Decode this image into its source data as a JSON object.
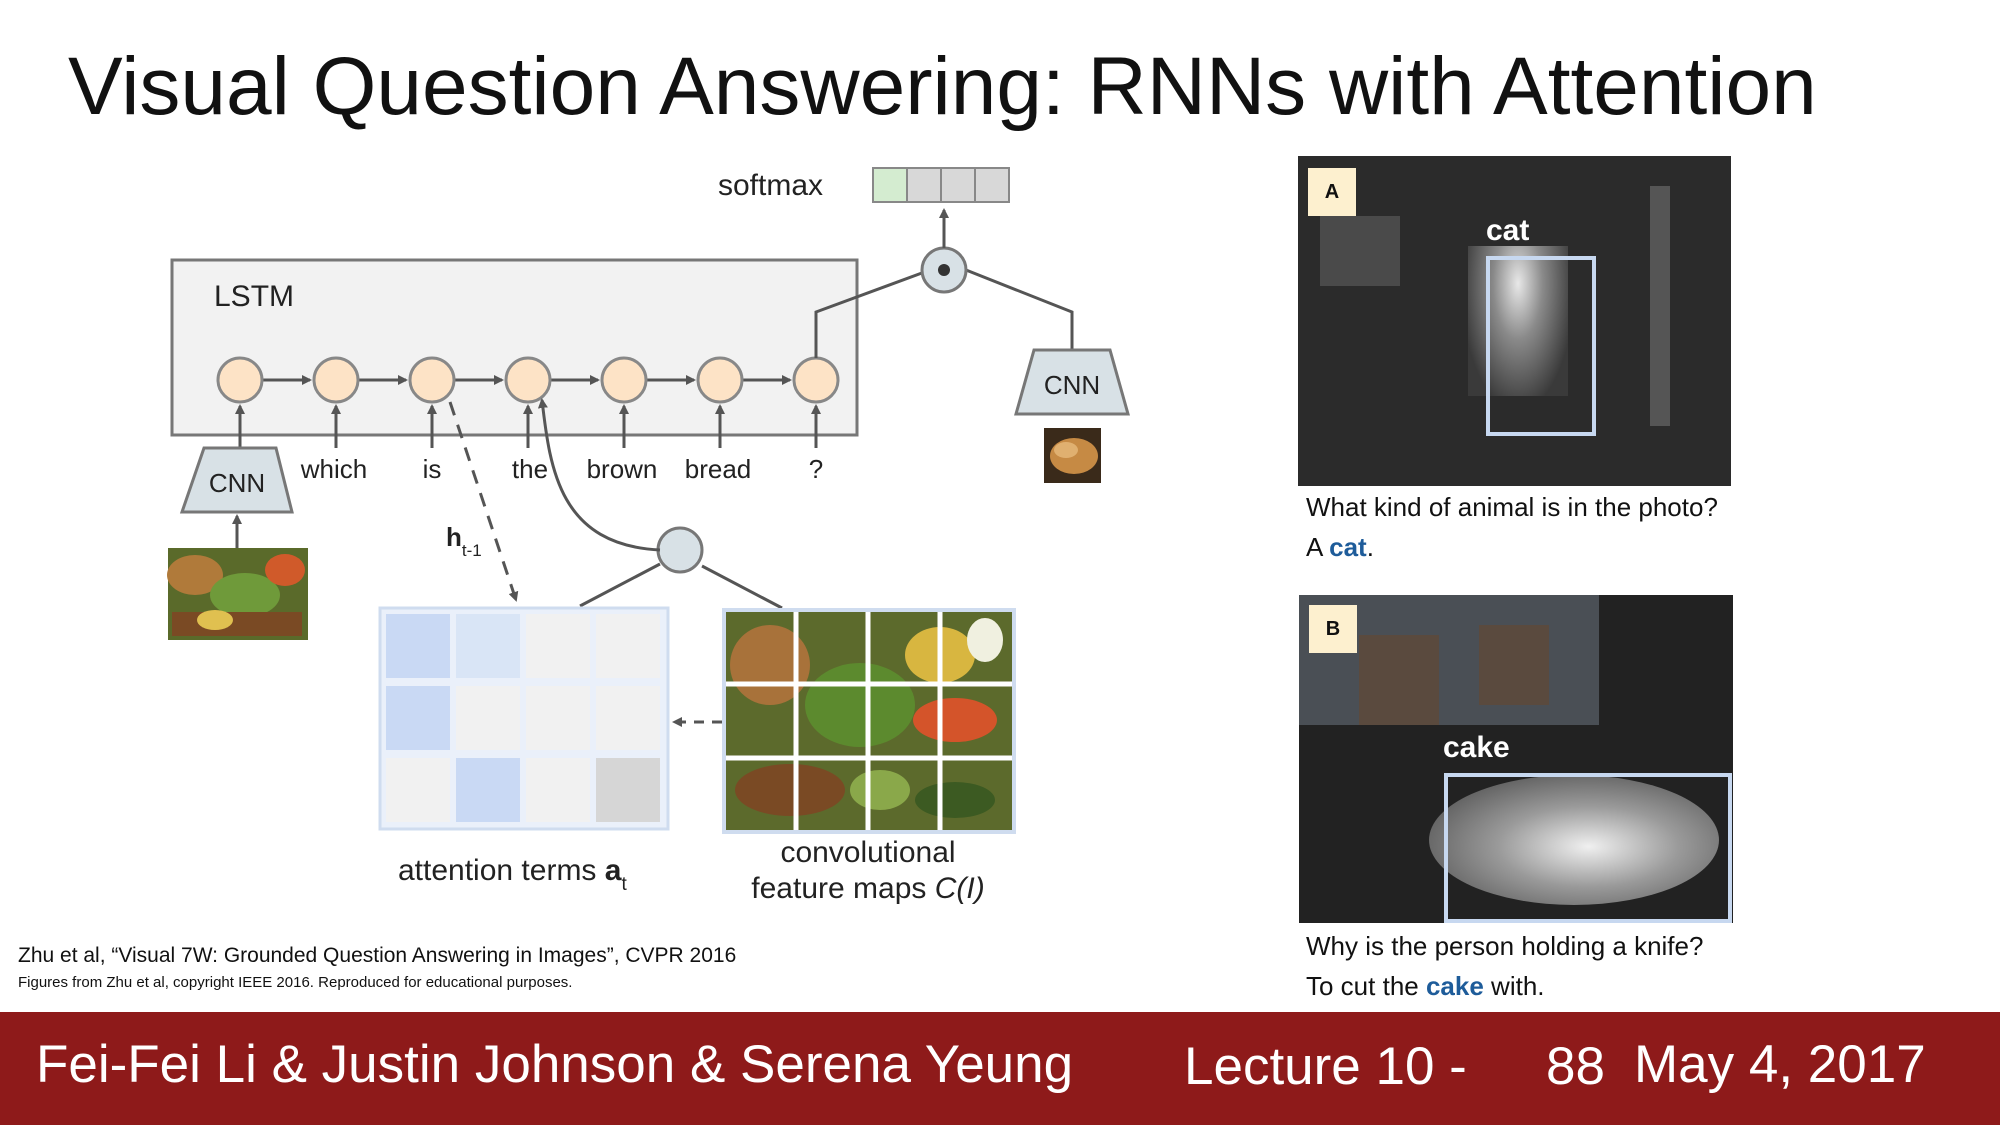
{
  "slide": {
    "title": "Visual Question Answering: RNNs with Attention"
  },
  "diagram": {
    "softmax_label": "softmax",
    "lstm_label": "LSTM",
    "cnn_label_left": "CNN",
    "cnn_label_right": "CNN",
    "words": [
      "which",
      "is",
      "the",
      "brown",
      "bread",
      "?"
    ],
    "hidden_label_main": "h",
    "hidden_label_sub": "t-1",
    "attention_label_text": "attention terms ",
    "attention_label_bold": "a",
    "attention_label_sub": "t",
    "feature_label_line1": "convolutional",
    "feature_label_line2_text": "feature maps ",
    "feature_label_line2_italic": "C(I)",
    "colors": {
      "node_fill": "#fde3c6",
      "lstm_box": "#f2f2f2",
      "cnn_fill": "#d8e1e6",
      "attention_blue": "#c9d9f4",
      "footer": "#8e1a1a"
    }
  },
  "examples": {
    "a": {
      "tag": "A",
      "box_label": "cat",
      "question": "What kind of animal is in the photo?",
      "answer_prefix": "A ",
      "answer_highlight": "cat",
      "answer_suffix": "."
    },
    "b": {
      "tag": "B",
      "box_label": "cake",
      "question": "Why is the person holding a knife?",
      "answer_prefix": "To cut the ",
      "answer_highlight": "cake",
      "answer_suffix": " with."
    }
  },
  "citation": {
    "main": "Zhu et al, “Visual 7W: Grounded Question Answering in Images”, CVPR 2016",
    "copyright": "Figures from Zhu et al, copyright IEEE 2016. Reproduced for educational purposes."
  },
  "footer": {
    "authors": "Fei-Fei Li & Justin Johnson & Serena Yeung",
    "lecture": "Lecture 10 -",
    "page": "88",
    "date": "May 4, 2017"
  }
}
